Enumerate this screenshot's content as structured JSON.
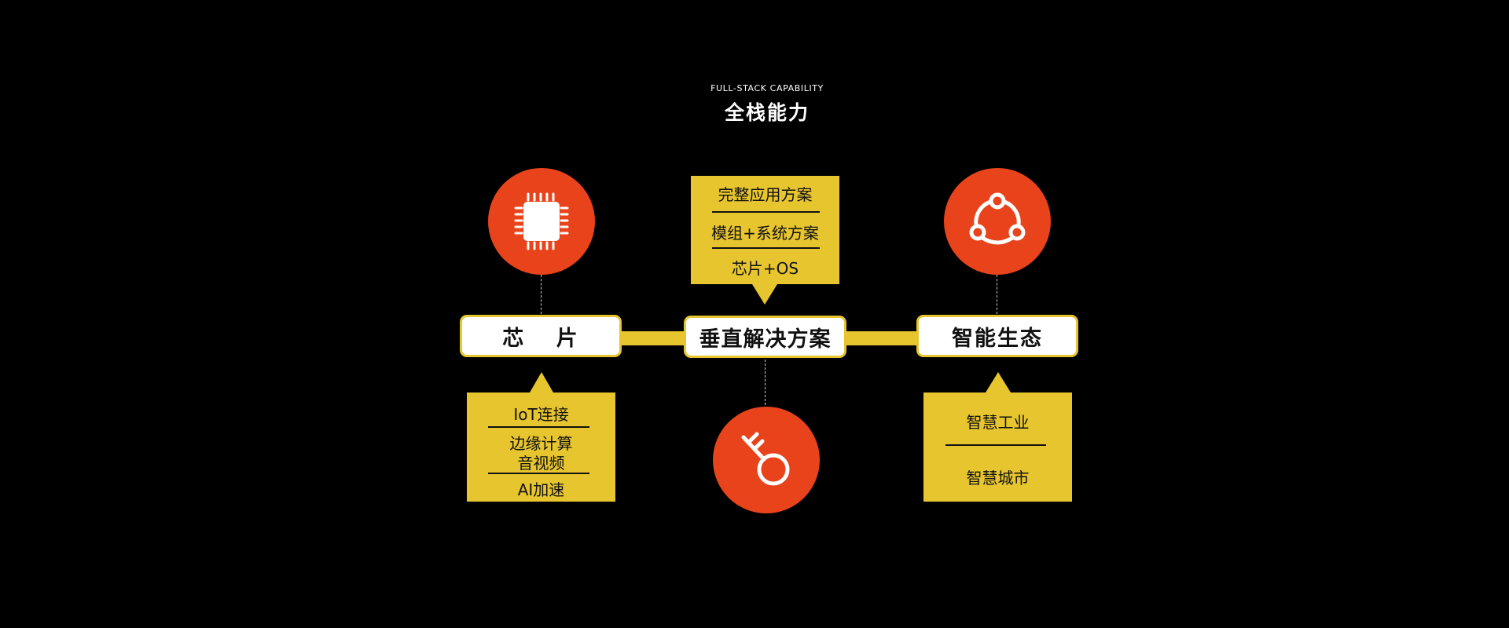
{
  "header": {
    "subtitle": "FULL-STACK CAPABILITY",
    "title": "全栈能力"
  },
  "colors": {
    "background": "#000000",
    "accent_yellow": "#e7c52e",
    "accent_orange": "#e8431b"
  },
  "nodes": {
    "chip": "芯 片",
    "vertical": "垂直解决方案",
    "ecosystem": "智能生态"
  },
  "icons": {
    "chip": "chip-icon",
    "vertical": "key-icon",
    "ecosystem": "share-network-icon"
  },
  "vertical_box": {
    "items": [
      "完整应用方案",
      "模组+系统方案",
      "芯片+OS"
    ]
  },
  "chip_box": {
    "items": [
      "IoT连接",
      "边缘计算",
      "音视频",
      "AI加速"
    ]
  },
  "eco_box": {
    "items": [
      "智慧工业",
      "智慧城市"
    ]
  }
}
